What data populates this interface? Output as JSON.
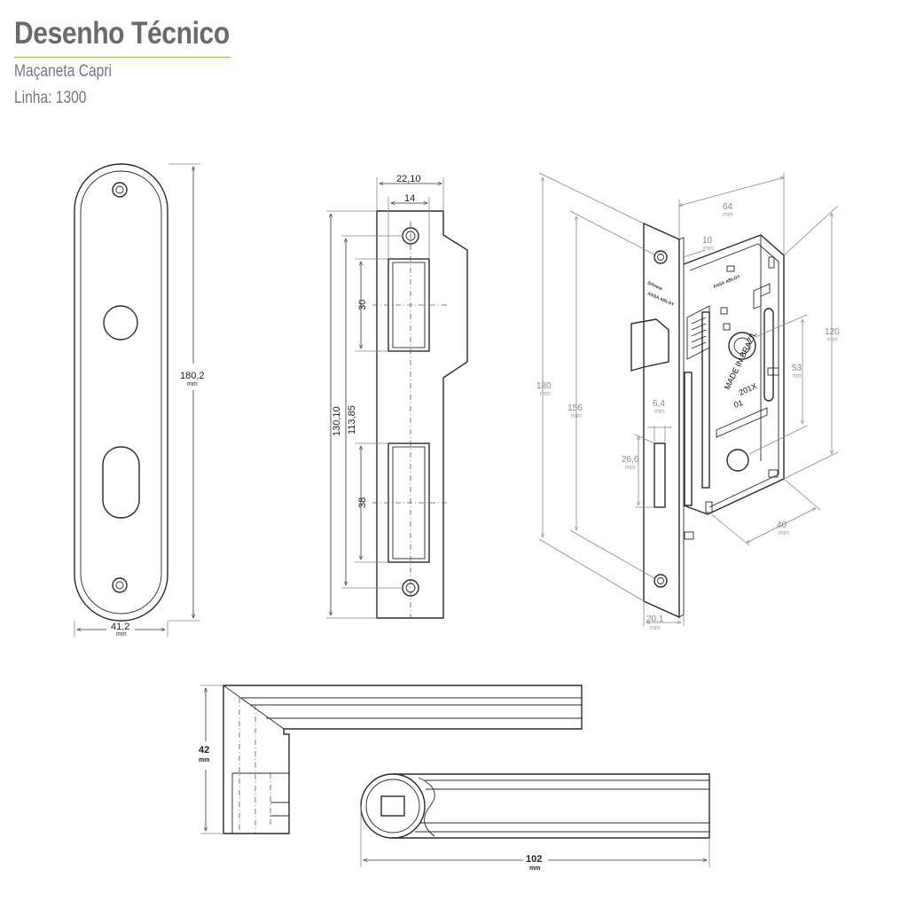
{
  "header": {
    "title": "Desenho Técnico",
    "subtitle_product": "Maçaneta Capri",
    "subtitle_line": "Linha: 1300"
  },
  "escutcheon": {
    "height": "180,2",
    "width": "41,2",
    "unit": "mm"
  },
  "strike_plate": {
    "width_outer": "22,10",
    "width_inner": "14",
    "slot_top": "30",
    "slot_bottom": "38",
    "height_outer": "130,10",
    "height_inner": "113,85"
  },
  "lock_body": {
    "depth": "64",
    "offset": "10",
    "height_body": "120",
    "center_distance": "53",
    "backset": "40",
    "faceplate_height": "180",
    "faceplate_inner": "156",
    "slot_width": "6,4",
    "slot_height": "26,6",
    "faceplate_width": "20,1",
    "stamp_brand_1": "Silvana",
    "stamp_brand_2": "ASSA ABLOY",
    "stamp_brand_3": "ASSA ABLOY",
    "stamp_made": "MADE IN BRAZIL",
    "stamp_model": "201X",
    "stamp_code": "01",
    "unit": "mm"
  },
  "handle": {
    "height": "42",
    "length": "102",
    "unit": "mm"
  }
}
